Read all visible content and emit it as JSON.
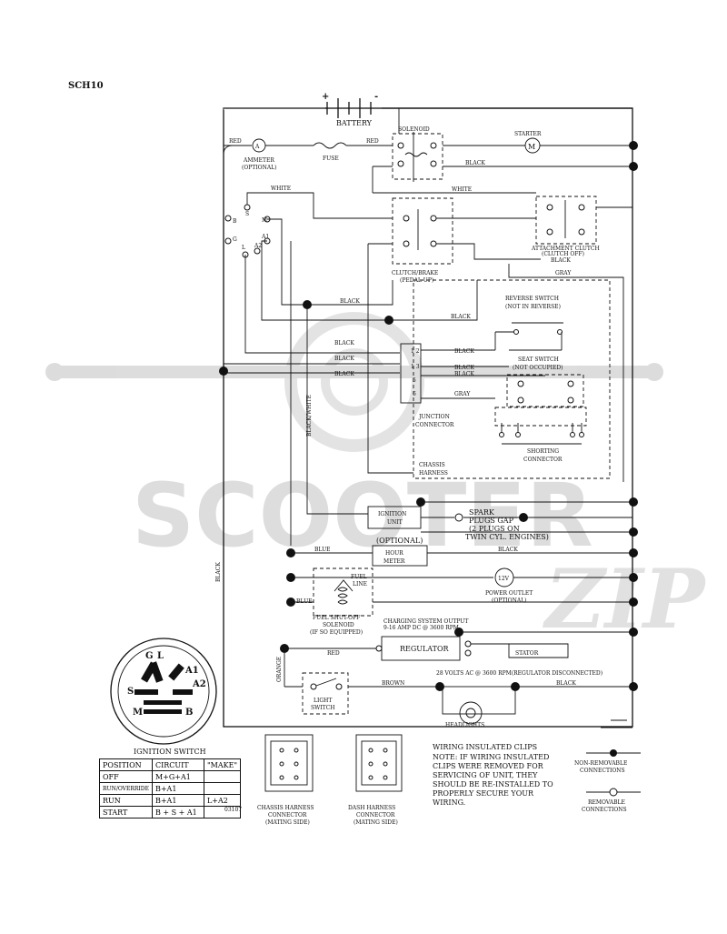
{
  "doc_id": "SCH10",
  "watermark": {
    "brand": "SCOOTER",
    "brand_tail": "ZIP"
  },
  "labels": {
    "battery": "BATTERY",
    "battery_plus": "+",
    "battery_minus": "-",
    "solenoid": "SOLENOID",
    "starter": "STARTER",
    "starter_symbol": "M",
    "ammeter": "AMMETER",
    "ammeter_opt": "(OPTIONAL)",
    "ammeter_symbol": "A",
    "fuse": "FUSE",
    "red1": "RED",
    "red2": "RED",
    "red3": "RED",
    "black_starter": "BLACK",
    "white1": "WHITE",
    "white2": "WHITE",
    "clutch_brake": "CLUTCH/BRAKE",
    "pedal_up": "(PEDAL UP)",
    "attach_clutch": "ATTACHMENT CLUTCH",
    "clutch_off": "(CLUTCH OFF)",
    "black_clutch": "BLACK",
    "gray1": "GRAY",
    "gray2": "GRAY",
    "black1": "BLACK",
    "black2": "BLACK",
    "black3": "BLACK",
    "black4": "BLACK",
    "black5": "BLACK",
    "black6": "BLACK",
    "black7": "BLACK",
    "black8": "BLACK",
    "black9": "BLACK",
    "black_white": "BLACK/WHITE",
    "black_side": "BLACK",
    "reverse_switch": "REVERSE SWITCH",
    "not_reverse": "(NOT IN REVERSE)",
    "seat_switch": "SEAT SWITCH",
    "not_occupied": "(NOT OCCUPIED)",
    "junction": "JUNCTION",
    "connector": "CONNECTOR",
    "shorting": "SHORTING",
    "shorting_connector": "CONNECTOR",
    "chassis": "CHASSIS",
    "harness": "HARNESS",
    "ignition_unit1": "IGNITION",
    "ignition_unit2": "UNIT",
    "spark1": "SPARK",
    "spark2": "PLUGS GAP",
    "spark3": "(2 PLUGS ON",
    "spark4": "TWIN CYL. ENGINES)",
    "optional": "(OPTIONAL)",
    "hour_meter1": "HOUR",
    "hour_meter2": "METER",
    "blue1": "BLUE",
    "blue2": "BLUE",
    "fuel_line1": "FUEL",
    "fuel_line2": "LINE",
    "twelve_v": "12V",
    "power_outlet": "POWER OUTLET",
    "power_opt": "(OPTIONAL)",
    "fuel_shutoff1": "FUEL SHUT-OFF",
    "fuel_shutoff2": "SOLENOID",
    "fuel_shutoff3": "(IF SO EQUIPPED)",
    "charging1": "CHARGING SYSTEM OUTPUT",
    "charging2": "9-16 AMP DC @ 3600 RPM",
    "regulator": "REGULATOR",
    "stator": "STATOR",
    "volts_ac": "28 VOLTS AC @ 3600 RPM(REGULATOR DISCONNECTED)",
    "orange": "ORANGE",
    "brown": "BROWN",
    "black_lamp": "BLACK",
    "light_switch1": "LIGHT",
    "light_switch2": "SWITCH",
    "headlights": "HEADLIGHTS",
    "ignition_switch": "IGNITION SWITCH",
    "chassis_conn1": "CHASSIS HARNESS",
    "chassis_conn2": "CONNECTOR",
    "chassis_conn3": "(MATING SIDE)",
    "dash_conn1": "DASH HARNESS",
    "dash_conn2": "CONNECTOR",
    "dash_conn3": "(MATING SIDE)",
    "code": "03107",
    "note1": "WIRING INSULATED CLIPS",
    "note2": "NOTE:  IF WIRING INSULATED",
    "note3": "CLIPS WERE REMOVED FOR",
    "note4": "SERVICING OF UNIT, THEY",
    "note5": "SHOULD BE RE-INSTALLED TO",
    "note6": "PROPERLY SECURE YOUR",
    "note7": " WIRING.",
    "nonrem1": "NON-REMOVABLE",
    "nonrem2": "CONNECTIONS",
    "rem1": "REMOVABLE",
    "rem2": "CONNECTIONS",
    "term_S": "S",
    "term_B": "B",
    "term_M": "M",
    "term_A1": "A1",
    "term_G": "G",
    "term_L": "L",
    "term_A2": "A2",
    "pin_12": "1 2",
    "pin_13": "1 3",
    "pin_5": "5",
    "pin_6": "6",
    "sw_G": "G",
    "sw_L": "L",
    "sw_A1": "A1",
    "sw_A2": "A2",
    "sw_S": "S",
    "sw_M": "M",
    "sw_B": "B"
  },
  "ignition_table": {
    "headers": [
      "POSITION",
      "CIRCUIT",
      "\"MAKE\""
    ],
    "rows": [
      [
        "OFF",
        "M+G+A1",
        ""
      ],
      [
        "RUN/OVERRIDE",
        "B+A1",
        ""
      ],
      [
        "RUN",
        "B+A1",
        "L+A2"
      ],
      [
        "START",
        "B + S + A1",
        ""
      ]
    ]
  }
}
